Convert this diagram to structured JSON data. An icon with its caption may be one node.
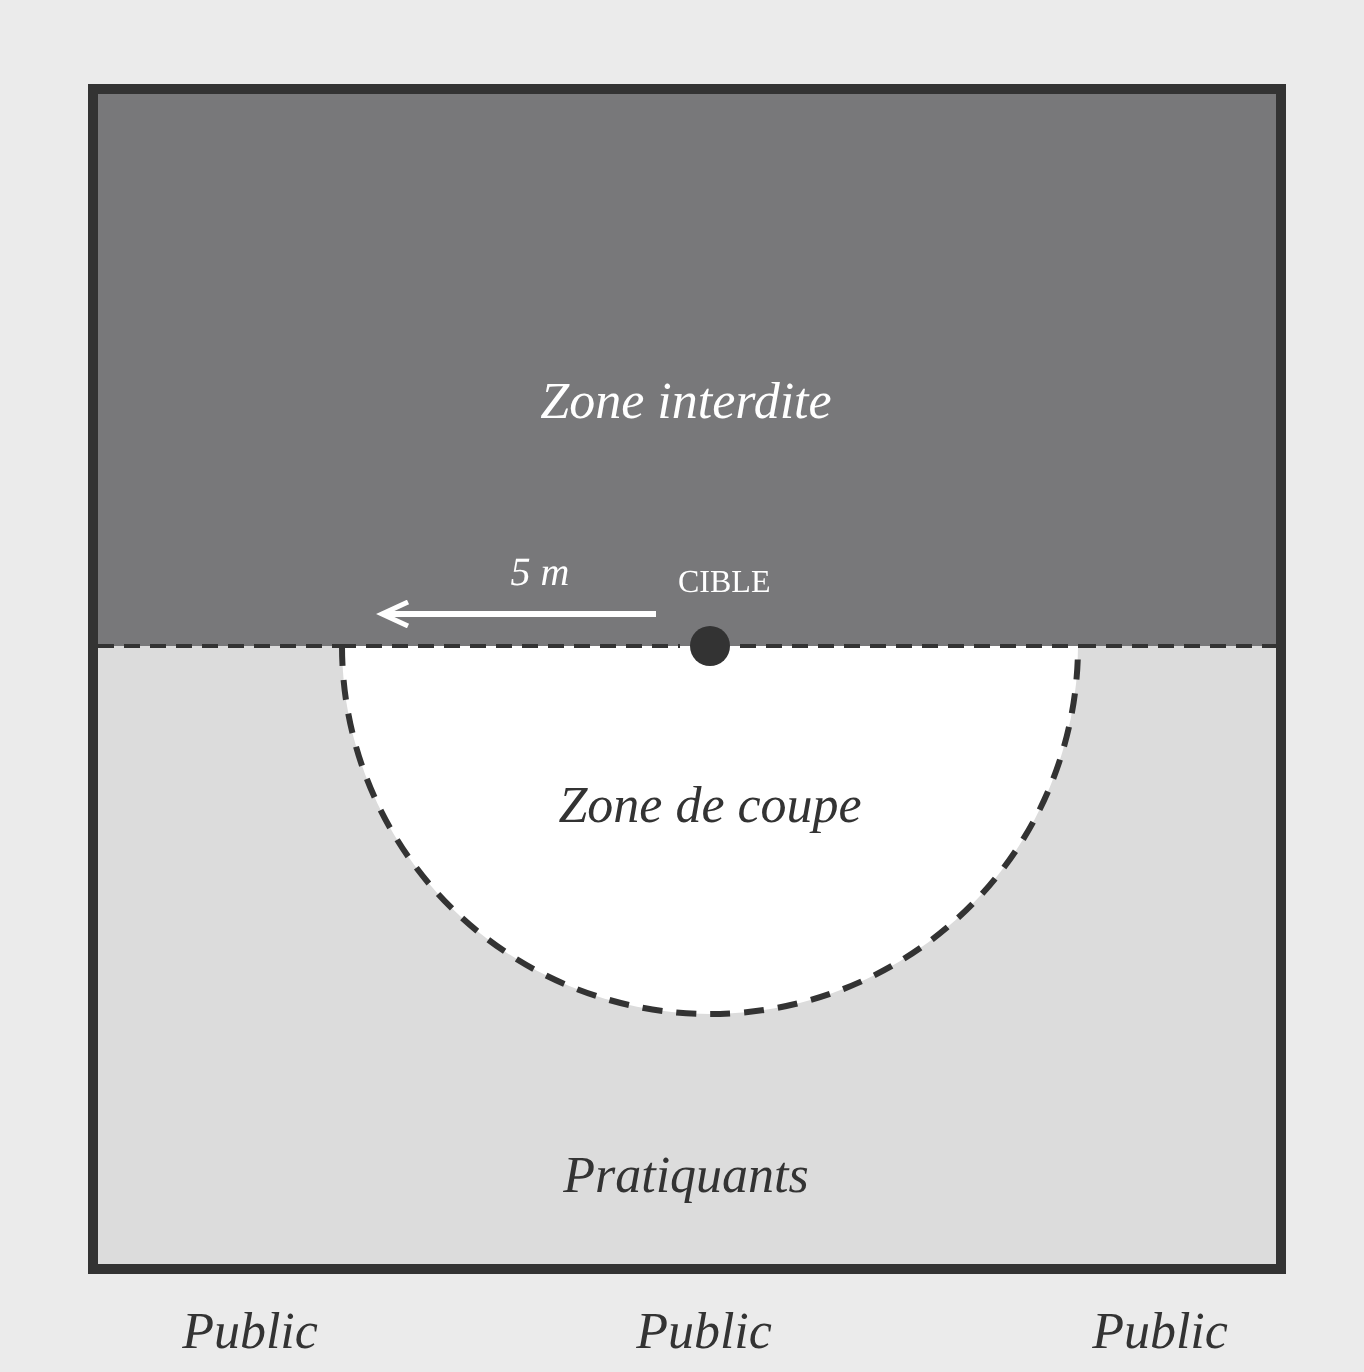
{
  "diagram": {
    "nodes": [
      {
        "text": [
          "Zone interdite"
        ]
      },
      {
        "text": [
          "Pratiquants"
        ]
      },
      {
        "text": [
          "Zone de coupe"
        ],
        "in": 1
      },
      {
        "text": [
          "CIBLE"
        ]
      }
    ],
    "labels": [
      "5 m",
      "Public",
      "Public",
      "Public"
    ]
  }
}
